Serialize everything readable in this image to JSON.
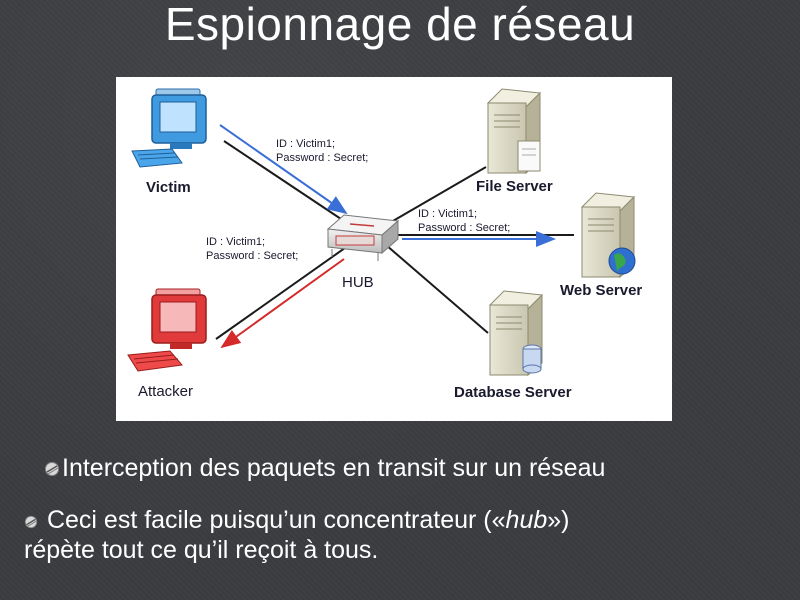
{
  "title": "Espionnage de réseau",
  "diagram": {
    "nodes": {
      "victim": "Victim",
      "attacker": "Attacker",
      "hub": "HUB",
      "file_server": "File Server",
      "web_server": "Web Server",
      "database_server": "Database Server"
    },
    "messages": {
      "victim_to_hub_id": "ID : Victim1;",
      "victim_to_hub_password": "Password : Secret;",
      "hub_to_web_id": "ID : Victim1;",
      "hub_to_web_password": "Password : Secret;",
      "hub_to_attacker_id": "ID : Victim1;",
      "hub_to_attacker_password": "Password : Secret;"
    },
    "colors": {
      "victim_arrow": "#3a6fd8",
      "attacker_arrow": "#d42a2a",
      "link": "#1b1b1b",
      "attacker_pc": "#e03a3a",
      "victim_pc": "#2a86d6"
    }
  },
  "bullets": {
    "b1": "Interception des paquets en transit sur un réseau",
    "b2_pre": "Ceci est facile puisqu’un concentrateur («",
    "b2_em": "hub",
    "b2_post": "»)",
    "b2_line2": "répète tout ce qu’il reçoit à tous."
  }
}
